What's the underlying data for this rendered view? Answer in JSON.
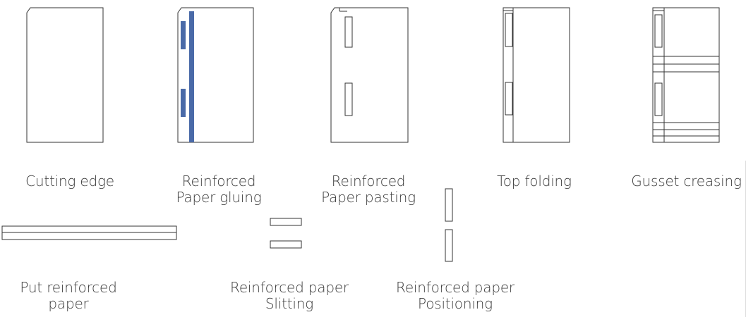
{
  "steps": [
    {
      "id": "cutting-edge",
      "line1": "Cutting edge",
      "line2": ""
    },
    {
      "id": "reinforced-paper-gluing",
      "line1": "Reinforced",
      "line2": "Paper gluing"
    },
    {
      "id": "reinforced-paper-pasting",
      "line1": "Reinforced",
      "line2": "Paper pasting"
    },
    {
      "id": "top-folding",
      "line1": "Top folding",
      "line2": ""
    },
    {
      "id": "gusset-creasing",
      "line1": "Gusset creasing",
      "line2": ""
    }
  ],
  "materials": [
    {
      "id": "put-reinforced-paper",
      "line1": "Put reinforced",
      "line2": "paper"
    },
    {
      "id": "reinforced-paper-slitting",
      "line1": "Reinforced paper",
      "line2": "Slitting"
    },
    {
      "id": "reinforced-paper-positioning",
      "line1": "Reinforced paper",
      "line2": "Positioning"
    }
  ],
  "colors": {
    "line": "#333333",
    "glue": "#4a6aa8"
  }
}
